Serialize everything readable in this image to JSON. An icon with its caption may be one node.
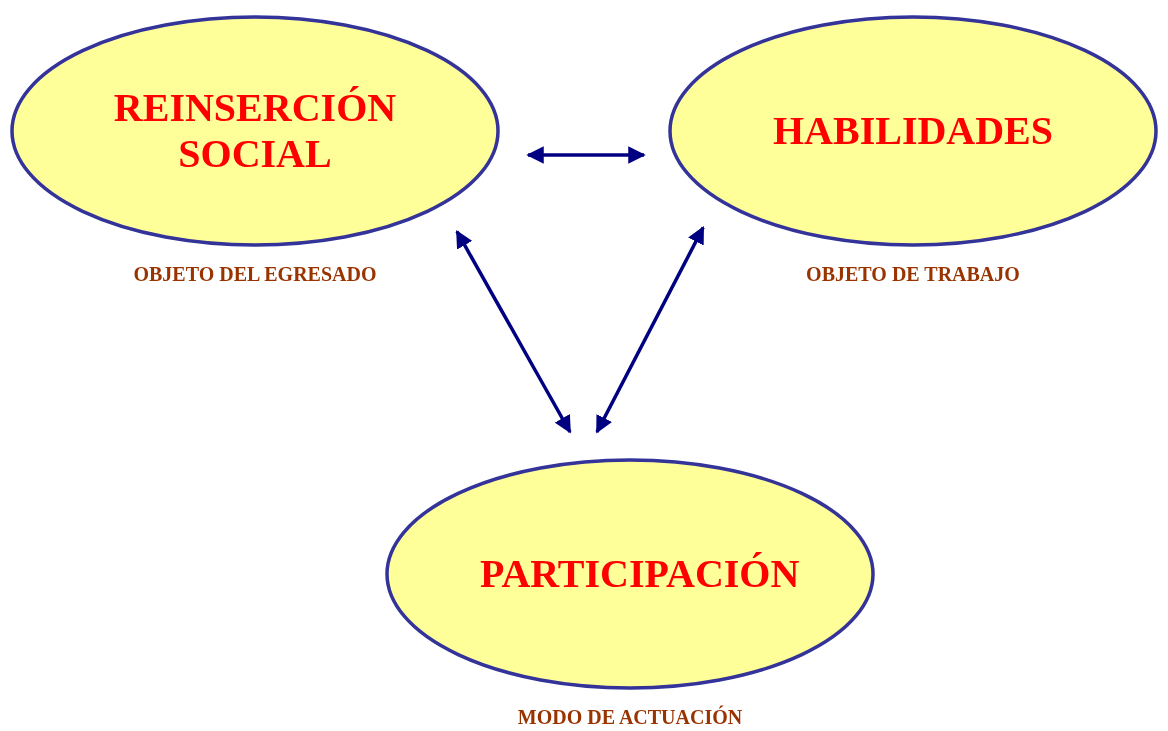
{
  "diagram": {
    "nodes": [
      {
        "text": [
          "REINSERCIÓN SOCIAL"
        ],
        "beside": [
          "OBJETO DEL EGRESADO"
        ]
      },
      {
        "text": [
          "HABILIDADES"
        ],
        "beside": [
          "OBJETO DE TRABAJO"
        ]
      },
      {
        "text": [
          "PARTICIPACIÓN"
        ],
        "beside": [
          "MODO DE ACTUACIÓN"
        ]
      }
    ],
    "edges": [
      {
        "from": 0,
        "to": 1,
        "arrow": "both"
      },
      {
        "from": 0,
        "to": 2,
        "arrow": "both"
      },
      {
        "from": 1,
        "to": 2,
        "arrow": "both"
      }
    ]
  }
}
